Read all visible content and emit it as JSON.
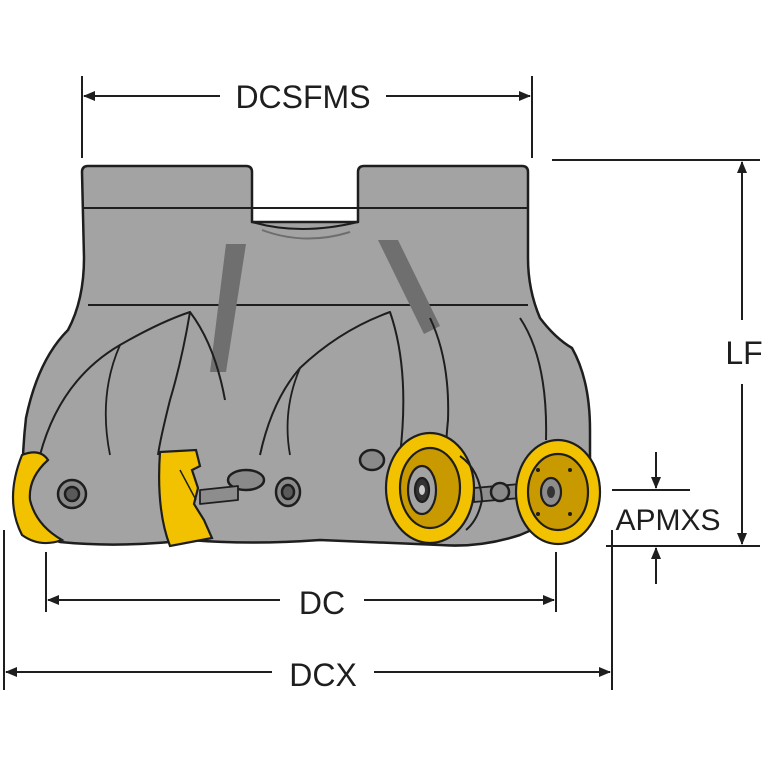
{
  "diagram": {
    "labels": {
      "dcsfms": "DCSFMS",
      "lf": "LF",
      "apmxs": "APMXS",
      "dc": "DC",
      "dcx": "DCX"
    },
    "colors": {
      "body": "#a3a3a3",
      "body_dark": "#8a8a8a",
      "outline": "#1e1e1e",
      "insert": "#f2c200",
      "insert_dark": "#c99a00",
      "dimension": "#1e1e1e"
    }
  }
}
